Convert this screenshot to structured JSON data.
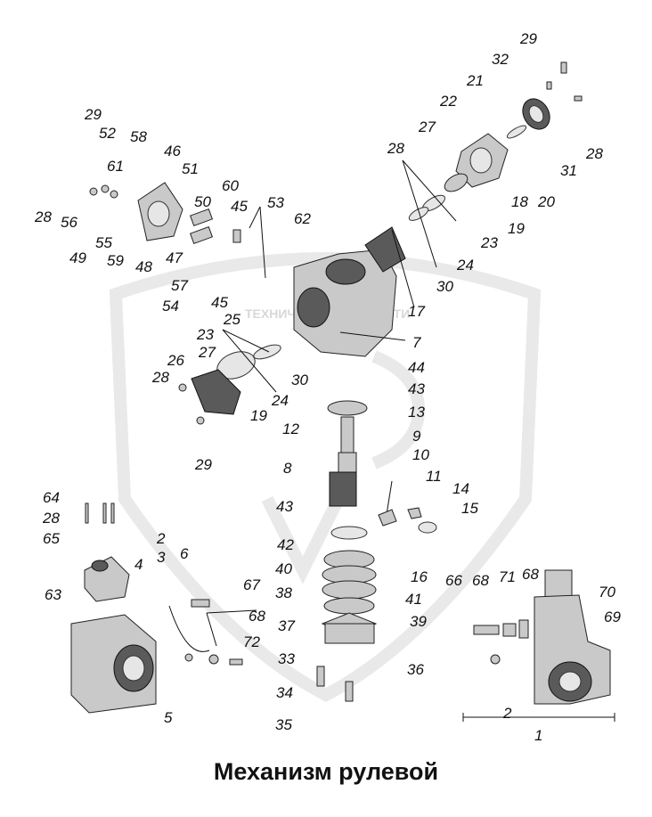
{
  "title": "Механизм рулевой",
  "watermark": "ТЕХНИЧЕСКИЕ ЗАПЧАСТИ",
  "callouts": [
    {
      "id": "c29a",
      "text": "29"
    },
    {
      "id": "c32",
      "text": "32"
    },
    {
      "id": "c21",
      "text": "21"
    },
    {
      "id": "c22",
      "text": "22"
    },
    {
      "id": "c27a",
      "text": "27"
    },
    {
      "id": "c28a",
      "text": "28"
    },
    {
      "id": "c31",
      "text": "31"
    },
    {
      "id": "c28b",
      "text": "28"
    },
    {
      "id": "c18",
      "text": "18"
    },
    {
      "id": "c20",
      "text": "20"
    },
    {
      "id": "c23a",
      "text": "23"
    },
    {
      "id": "c19a",
      "text": "19"
    },
    {
      "id": "c24a",
      "text": "24"
    },
    {
      "id": "c30a",
      "text": "30"
    },
    {
      "id": "c29b",
      "text": "29"
    },
    {
      "id": "c52",
      "text": "52"
    },
    {
      "id": "c58",
      "text": "58"
    },
    {
      "id": "c46",
      "text": "46"
    },
    {
      "id": "c61",
      "text": "61"
    },
    {
      "id": "c51",
      "text": "51"
    },
    {
      "id": "c28c",
      "text": "28"
    },
    {
      "id": "c56",
      "text": "56"
    },
    {
      "id": "c55",
      "text": "55"
    },
    {
      "id": "c49",
      "text": "49"
    },
    {
      "id": "c59",
      "text": "59"
    },
    {
      "id": "c48",
      "text": "48"
    },
    {
      "id": "c47",
      "text": "47"
    },
    {
      "id": "c50",
      "text": "50"
    },
    {
      "id": "c60",
      "text": "60"
    },
    {
      "id": "c45a",
      "text": "45"
    },
    {
      "id": "c53",
      "text": "53"
    },
    {
      "id": "c62",
      "text": "62"
    },
    {
      "id": "c57",
      "text": "57"
    },
    {
      "id": "c54",
      "text": "54"
    },
    {
      "id": "c45b",
      "text": "45"
    },
    {
      "id": "c17",
      "text": "17"
    },
    {
      "id": "c25",
      "text": "25"
    },
    {
      "id": "c23b",
      "text": "23"
    },
    {
      "id": "c7",
      "text": "7"
    },
    {
      "id": "c27b",
      "text": "27"
    },
    {
      "id": "c26",
      "text": "26"
    },
    {
      "id": "c28d",
      "text": "28"
    },
    {
      "id": "c30b",
      "text": "30"
    },
    {
      "id": "c44",
      "text": "44"
    },
    {
      "id": "c24b",
      "text": "24"
    },
    {
      "id": "c19b",
      "text": "19"
    },
    {
      "id": "c43a",
      "text": "43"
    },
    {
      "id": "c12",
      "text": "12"
    },
    {
      "id": "c13",
      "text": "13"
    },
    {
      "id": "c9",
      "text": "9"
    },
    {
      "id": "c29c",
      "text": "29"
    },
    {
      "id": "c10",
      "text": "10"
    },
    {
      "id": "c8",
      "text": "8"
    },
    {
      "id": "c11",
      "text": "11"
    },
    {
      "id": "c14",
      "text": "14"
    },
    {
      "id": "c64",
      "text": "64"
    },
    {
      "id": "c43b",
      "text": "43"
    },
    {
      "id": "c15",
      "text": "15"
    },
    {
      "id": "c28e",
      "text": "28"
    },
    {
      "id": "c2a",
      "text": "2"
    },
    {
      "id": "c65",
      "text": "65"
    },
    {
      "id": "c3",
      "text": "3"
    },
    {
      "id": "c6",
      "text": "6"
    },
    {
      "id": "c42",
      "text": "42"
    },
    {
      "id": "c4",
      "text": "4"
    },
    {
      "id": "c16",
      "text": "16"
    },
    {
      "id": "c66",
      "text": "66"
    },
    {
      "id": "c68a",
      "text": "68"
    },
    {
      "id": "c71",
      "text": "71"
    },
    {
      "id": "c68b",
      "text": "68"
    },
    {
      "id": "c40",
      "text": "40"
    },
    {
      "id": "c41",
      "text": "41"
    },
    {
      "id": "c67",
      "text": "67"
    },
    {
      "id": "c63",
      "text": "63"
    },
    {
      "id": "c70",
      "text": "70"
    },
    {
      "id": "c38",
      "text": "38"
    },
    {
      "id": "c39",
      "text": "39"
    },
    {
      "id": "c68c",
      "text": "68"
    },
    {
      "id": "c69",
      "text": "69"
    },
    {
      "id": "c37",
      "text": "37"
    },
    {
      "id": "c72",
      "text": "72"
    },
    {
      "id": "c33",
      "text": "33"
    },
    {
      "id": "c36",
      "text": "36"
    },
    {
      "id": "c34",
      "text": "34"
    },
    {
      "id": "c5",
      "text": "5"
    },
    {
      "id": "c2b",
      "text": "2"
    },
    {
      "id": "c35",
      "text": "35"
    },
    {
      "id": "c1",
      "text": "1"
    }
  ]
}
